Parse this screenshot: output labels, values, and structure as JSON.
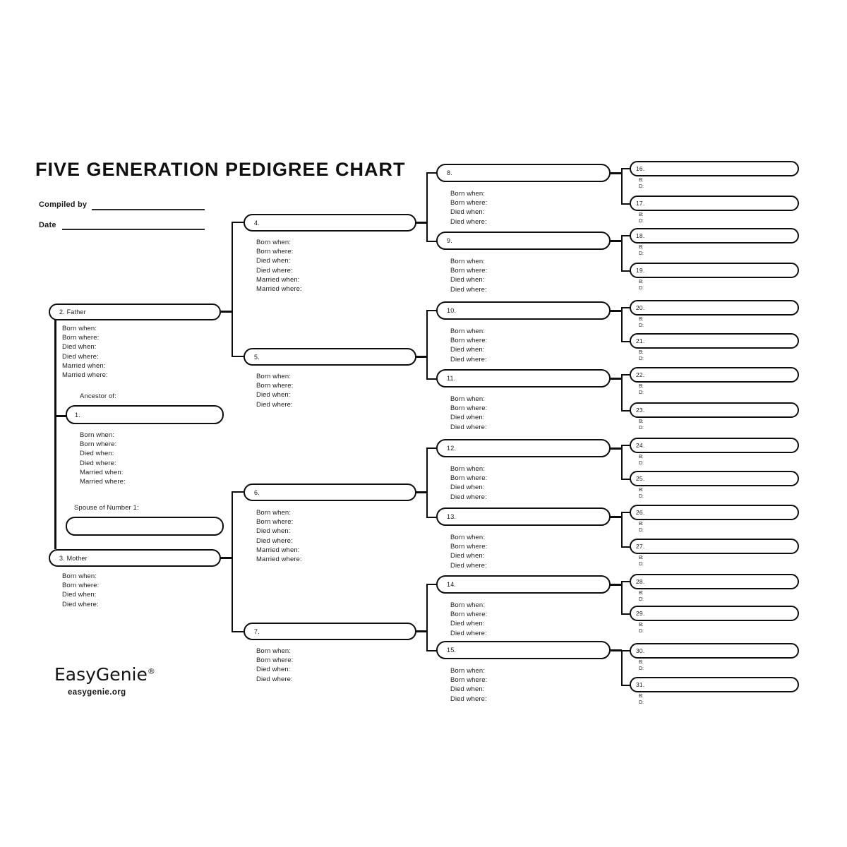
{
  "page": {
    "title": "FIVE GENERATION PEDIGREE CHART",
    "compiled_by_label": "Compiled by",
    "date_label": "Date",
    "ancestor_of_label": "Ancestor of:",
    "spouse_of_label": "Spouse of Number 1:"
  },
  "brand": {
    "name": "EasyGenie",
    "reg": "®",
    "site": "easygenie.org"
  },
  "field_labels": {
    "six": [
      "Born when:",
      "Born where:",
      "Died when:",
      "Died where:",
      "Married when:",
      "Married where:"
    ],
    "four": [
      "Born when:",
      "Born where:",
      "Died when:",
      "Died where:"
    ],
    "bd": [
      "B:",
      "D:"
    ]
  },
  "persons": {
    "p1": "1.",
    "p2": "2. Father",
    "p3": "3. Mother",
    "spouse": "",
    "p4": "4.",
    "p5": "5.",
    "p6": "6.",
    "p7": "7.",
    "p8": "8.",
    "p9": "9.",
    "p10": "10.",
    "p11": "11.",
    "p12": "12.",
    "p13": "13.",
    "p14": "14.",
    "p15": "15.",
    "p16": "16.",
    "p17": "17.",
    "p18": "18.",
    "p19": "19.",
    "p20": "20.",
    "p21": "21.",
    "p22": "22.",
    "p23": "23.",
    "p24": "24.",
    "p25": "25.",
    "p26": "26.",
    "p27": "27.",
    "p28": "28.",
    "p29": "29.",
    "p30": "30.",
    "p31": "31."
  },
  "colors": {
    "ink": "#0e0e0e",
    "paper": "#ffffff"
  }
}
